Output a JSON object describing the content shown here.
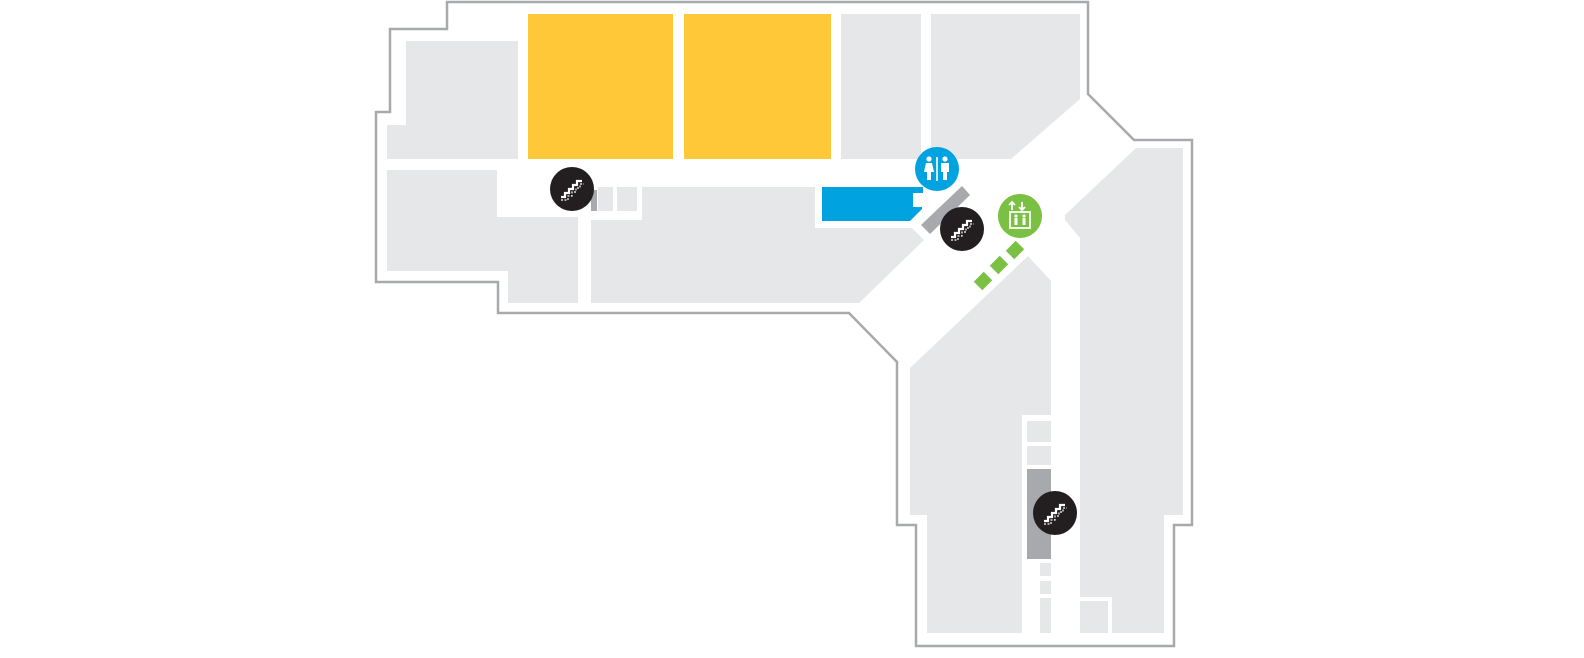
{
  "map": {
    "colors": {
      "outline": "#a7a9ac",
      "walkway": "#ffffff",
      "unit": "#e6e7e8",
      "highlighted_unit": "#fec839",
      "service_area": "#00a3e0",
      "escalator": "#a7a9ac",
      "lift": "#7ac143",
      "stairs_marker": "#231f20",
      "toilets_marker": "#00a3e0",
      "lift_marker": "#7ac143"
    },
    "highlighted_units": 2,
    "markers": [
      {
        "type": "stairs",
        "icon": "stairs-icon"
      },
      {
        "type": "stairs",
        "icon": "stairs-icon"
      },
      {
        "type": "stairs",
        "icon": "stairs-icon"
      },
      {
        "type": "toilets",
        "icon": "toilets-icon"
      },
      {
        "type": "lift",
        "icon": "lift-icon"
      }
    ]
  }
}
